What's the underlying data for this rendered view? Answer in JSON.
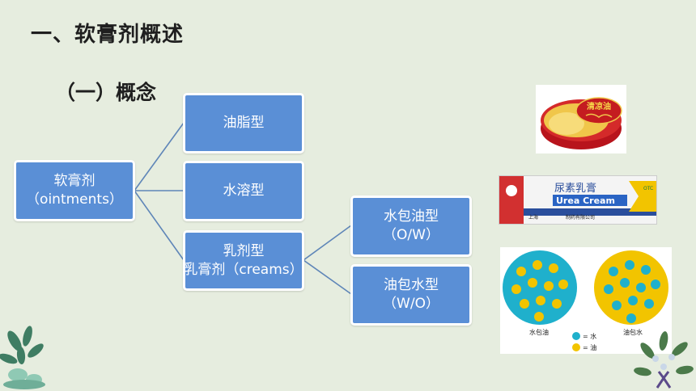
{
  "header": {
    "title": "一、软膏剂概述"
  },
  "section": {
    "heading": "（一）概念"
  },
  "diagram": {
    "root": {
      "line1": "软膏剂",
      "line2": "（ointments）"
    },
    "types": [
      {
        "line1": "油脂型"
      },
      {
        "line1": "水溶型"
      },
      {
        "line1": "乳剂型",
        "line2": "乳膏剂（creams）"
      }
    ],
    "emulsion_types": [
      {
        "line1": "水包油型",
        "line2": "（O/W）"
      },
      {
        "line1": "油包水型",
        "line2": "（W/O）"
      }
    ]
  },
  "images": {
    "tin": {
      "brand_text": "清凉油"
    },
    "tube": {
      "cn_text": "尿素乳膏",
      "en_text": "Urea Cream",
      "maker": "上海",
      "maker_suffix": "制药有限公司",
      "tag": "OTC"
    },
    "emulsion_figure": {
      "label_left": "水包油",
      "label_right": "油包水",
      "legend_water": "= 水",
      "legend_oil": "= 油",
      "colors": {
        "water": "#1fb0cc",
        "oil": "#f2c400"
      }
    }
  },
  "colors": {
    "node_fill": "#5a8fd6",
    "connector": "#5f86b8",
    "background": "#e6eddf"
  }
}
